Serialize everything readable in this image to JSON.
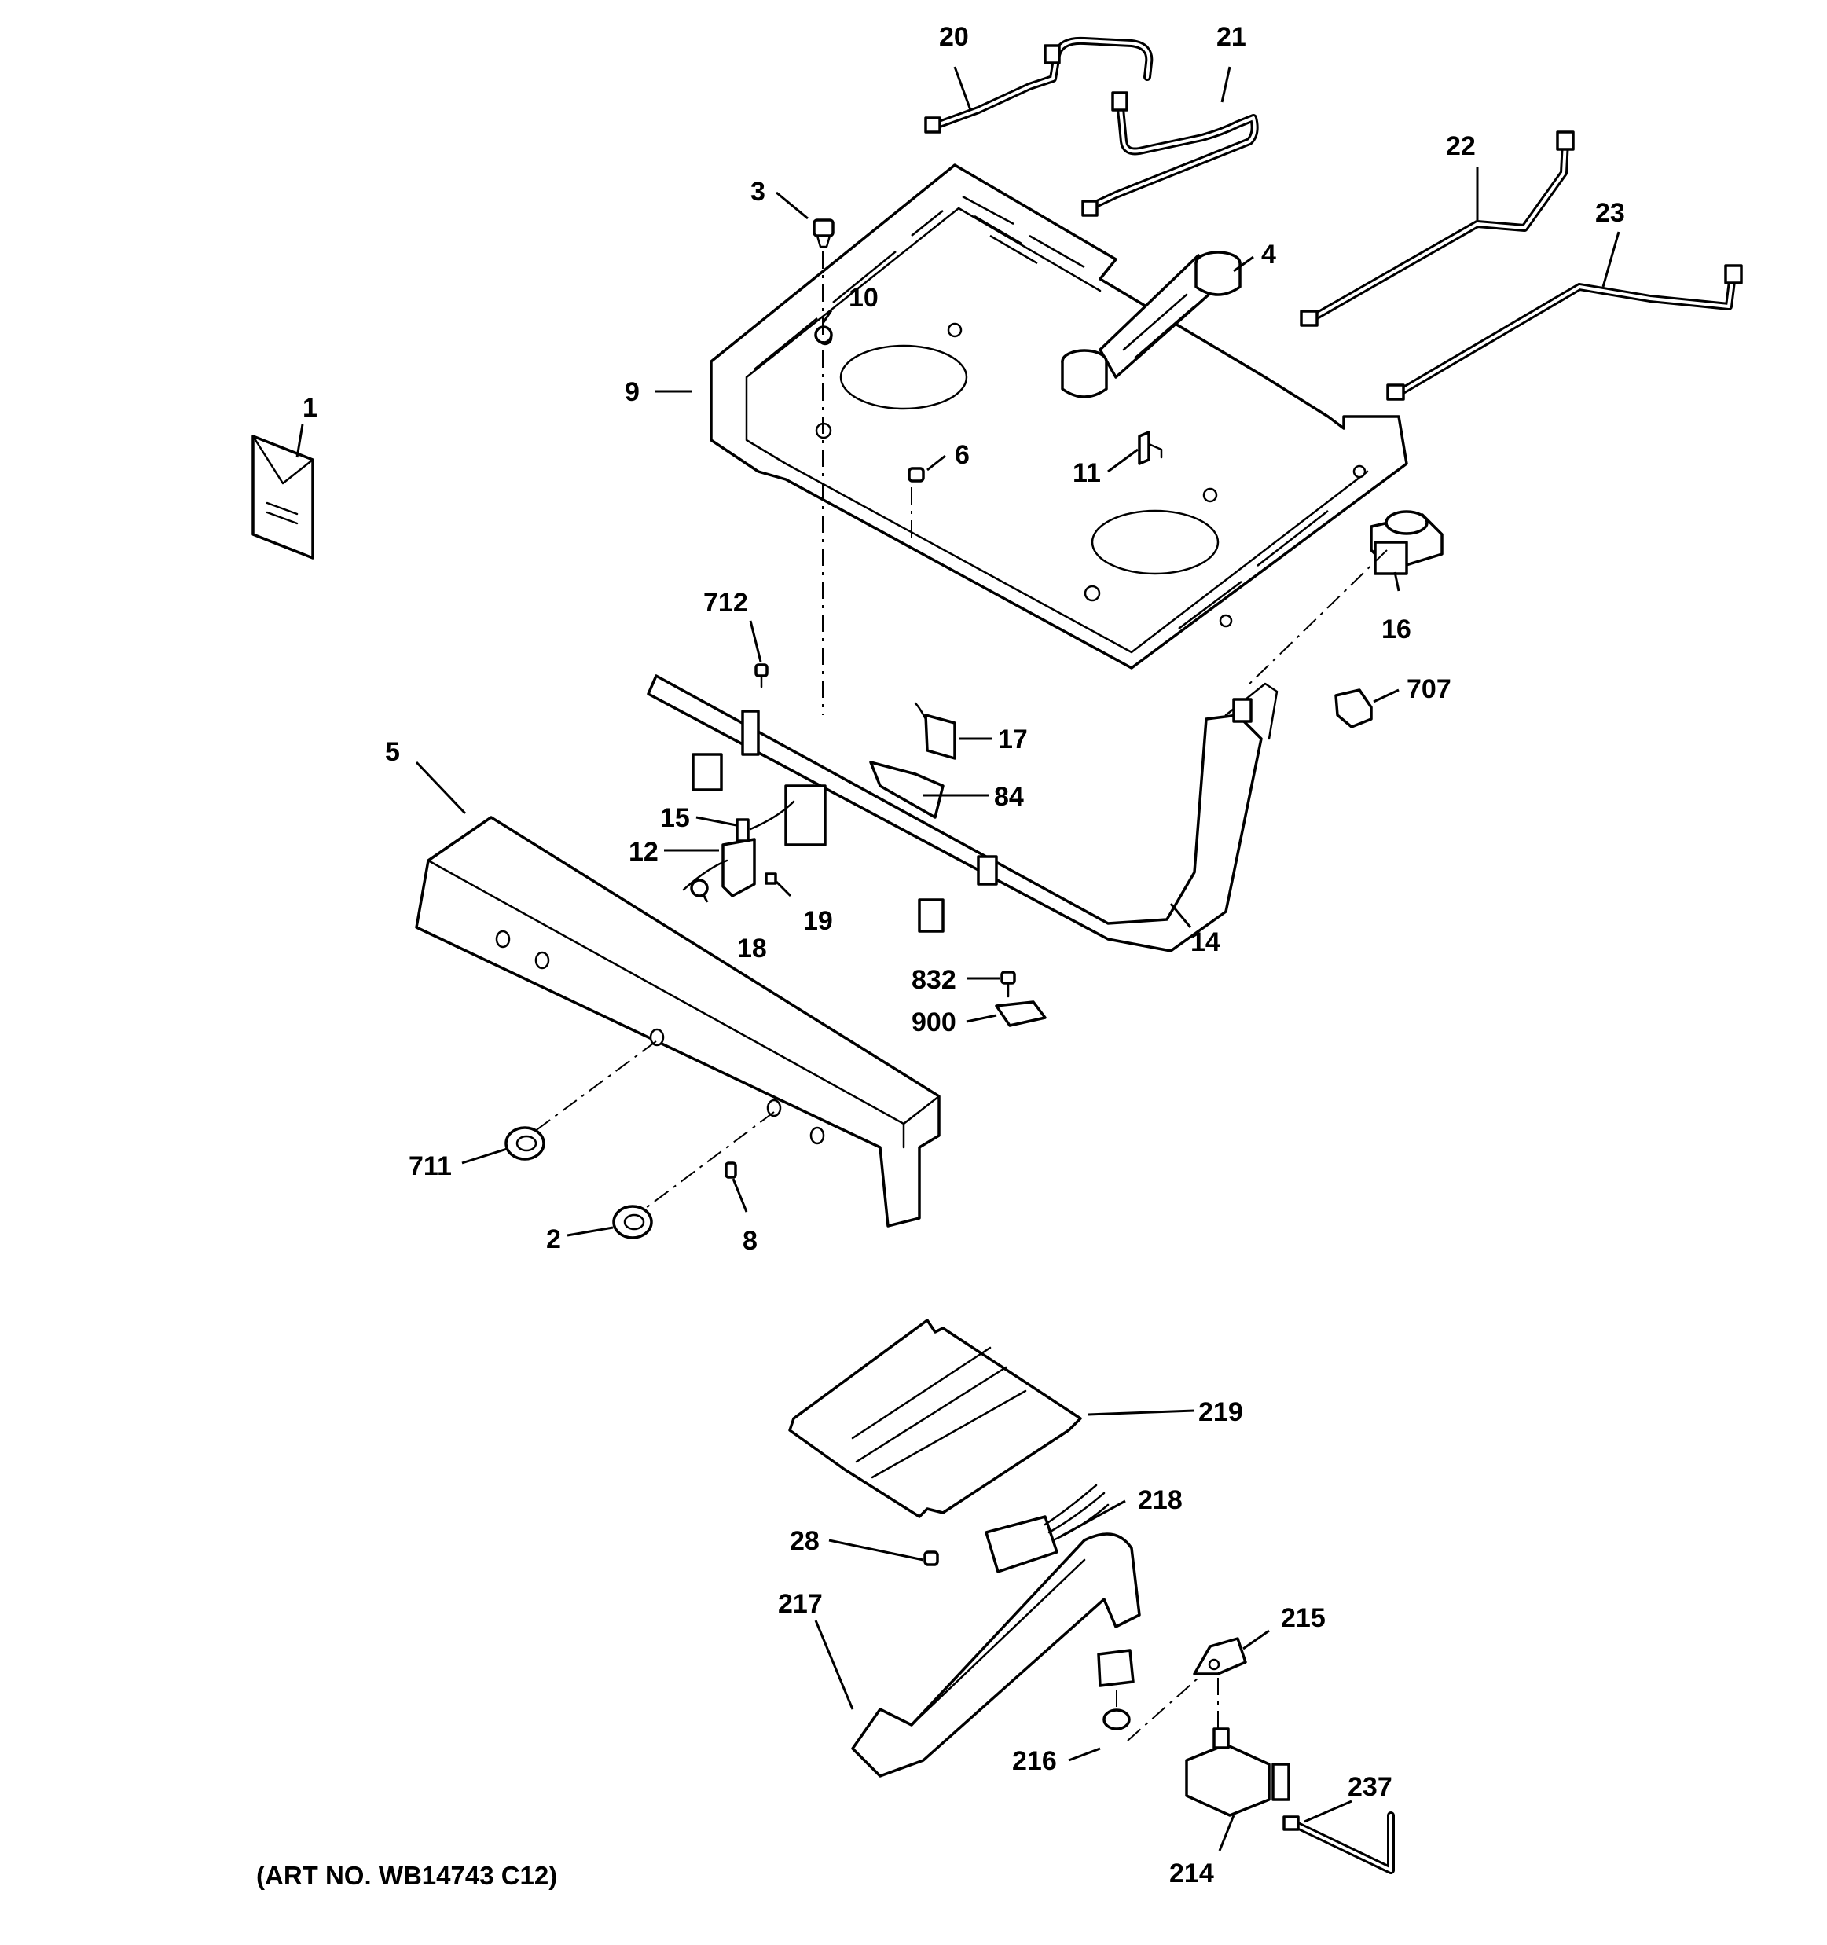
{
  "callouts": {
    "c1": "1",
    "c2": "2",
    "c3": "3",
    "c4": "4",
    "c5": "5",
    "c6": "6",
    "c8": "8",
    "c9": "9",
    "c10": "10",
    "c11": "11",
    "c12": "12",
    "c14": "14",
    "c15": "15",
    "c16": "16",
    "c17": "17",
    "c18": "18",
    "c19": "19",
    "c20": "20",
    "c21": "21",
    "c22": "22",
    "c23": "23",
    "c28": "28",
    "c84": "84",
    "c214": "214",
    "c215": "215",
    "c216": "216",
    "c217": "217",
    "c218": "218",
    "c219": "219",
    "c237": "237",
    "c707": "707",
    "c711": "711",
    "c712": "712",
    "c832": "832",
    "c900": "900"
  },
  "footer": {
    "art_number": "(ART NO. WB14743 C12)"
  }
}
